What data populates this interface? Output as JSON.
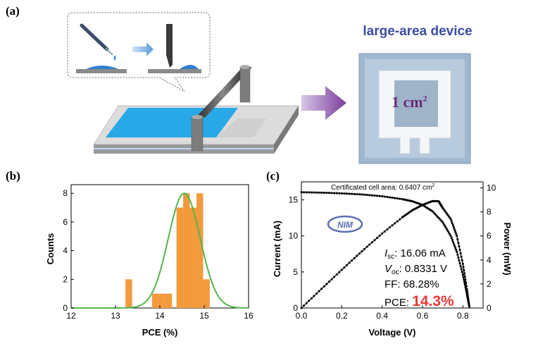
{
  "labels": {
    "a": "(a)",
    "b": "(b)",
    "c": "(c)"
  },
  "device_title": "large-area device",
  "device_area": "1 cm",
  "device_area_sup": "2",
  "colors": {
    "device_title": "#3b4da3",
    "area_text": "#6b2c7a",
    "bars": "#f39a3c",
    "fit": "#55b54a",
    "pce_value": "#e53935",
    "coating": "#29a8e8",
    "arrow": "#7b3c9a"
  },
  "chart_data": [
    {
      "type": "bar",
      "title": "",
      "xlabel": "PCE (%)",
      "ylabel": "Counts",
      "xlim": [
        12,
        16
      ],
      "ylim": [
        0,
        8.6
      ],
      "xticks": [
        "12",
        "13",
        "14",
        "15",
        "16"
      ],
      "yticks": [
        "0",
        "2",
        "4",
        "6",
        "8"
      ],
      "bin_width": 0.15,
      "bins": [
        {
          "x": 13.3,
          "count": 2
        },
        {
          "x": 13.9,
          "count": 1
        },
        {
          "x": 14.05,
          "count": 1
        },
        {
          "x": 14.2,
          "count": 1
        },
        {
          "x": 14.45,
          "count": 7
        },
        {
          "x": 14.6,
          "count": 8
        },
        {
          "x": 14.75,
          "count": 7
        },
        {
          "x": 14.9,
          "count": 8
        },
        {
          "x": 15.05,
          "count": 2
        }
      ],
      "fit": {
        "type": "gaussian",
        "mean": 14.55,
        "sigma": 0.36,
        "peak": 8
      }
    },
    {
      "type": "line",
      "xlabel": "Voltage (V)",
      "ylabel": "Current (mA)",
      "y2label": "Power (mW)",
      "xlim": [
        0,
        0.9
      ],
      "ylim": [
        0,
        17.5
      ],
      "y2lim": [
        0,
        10.5
      ],
      "xticks": [
        "0.0",
        "0.2",
        "0.4",
        "0.6",
        "0.8"
      ],
      "yticks": [
        "0",
        "5",
        "10",
        "15"
      ],
      "y2ticks": [
        "0",
        "2",
        "4",
        "6",
        "8",
        "10"
      ],
      "annotation": "Certificated cell area: 0.6407 cm",
      "annotation_sup": "2",
      "series": [
        {
          "axis": "left",
          "points": [
            [
              0,
              16.06
            ],
            [
              0.1,
              16.0
            ],
            [
              0.2,
              15.9
            ],
            [
              0.3,
              15.75
            ],
            [
              0.4,
              15.5
            ],
            [
              0.5,
              15.1
            ],
            [
              0.55,
              14.8
            ],
            [
              0.6,
              14.3
            ],
            [
              0.65,
              13.4
            ],
            [
              0.7,
              11.9
            ],
            [
              0.74,
              10.0
            ],
            [
              0.77,
              7.8
            ],
            [
              0.8,
              4.6
            ],
            [
              0.82,
              1.9
            ],
            [
              0.8331,
              0
            ]
          ]
        },
        {
          "axis": "right",
          "points": [
            [
              0,
              0
            ],
            [
              0.1,
              1.6
            ],
            [
              0.2,
              3.18
            ],
            [
              0.3,
              4.73
            ],
            [
              0.4,
              6.2
            ],
            [
              0.5,
              7.55
            ],
            [
              0.55,
              8.14
            ],
            [
              0.6,
              8.58
            ],
            [
              0.65,
              8.9
            ],
            [
              0.68,
              8.88
            ],
            [
              0.7,
              8.33
            ],
            [
              0.74,
              7.4
            ],
            [
              0.77,
              6.0
            ],
            [
              0.8,
              3.68
            ],
            [
              0.82,
              1.56
            ],
            [
              0.8331,
              0
            ]
          ]
        }
      ],
      "stats": {
        "isc_label": "I",
        "isc_sub": "sc",
        "isc_value": ": 16.06 mA",
        "voc_label": "V",
        "voc_sub": "oc",
        "voc_value": ": 0.8331 V",
        "ff": "FF: 68.28%",
        "pce_label": "PCE: ",
        "pce_value": "14.3%"
      }
    }
  ]
}
